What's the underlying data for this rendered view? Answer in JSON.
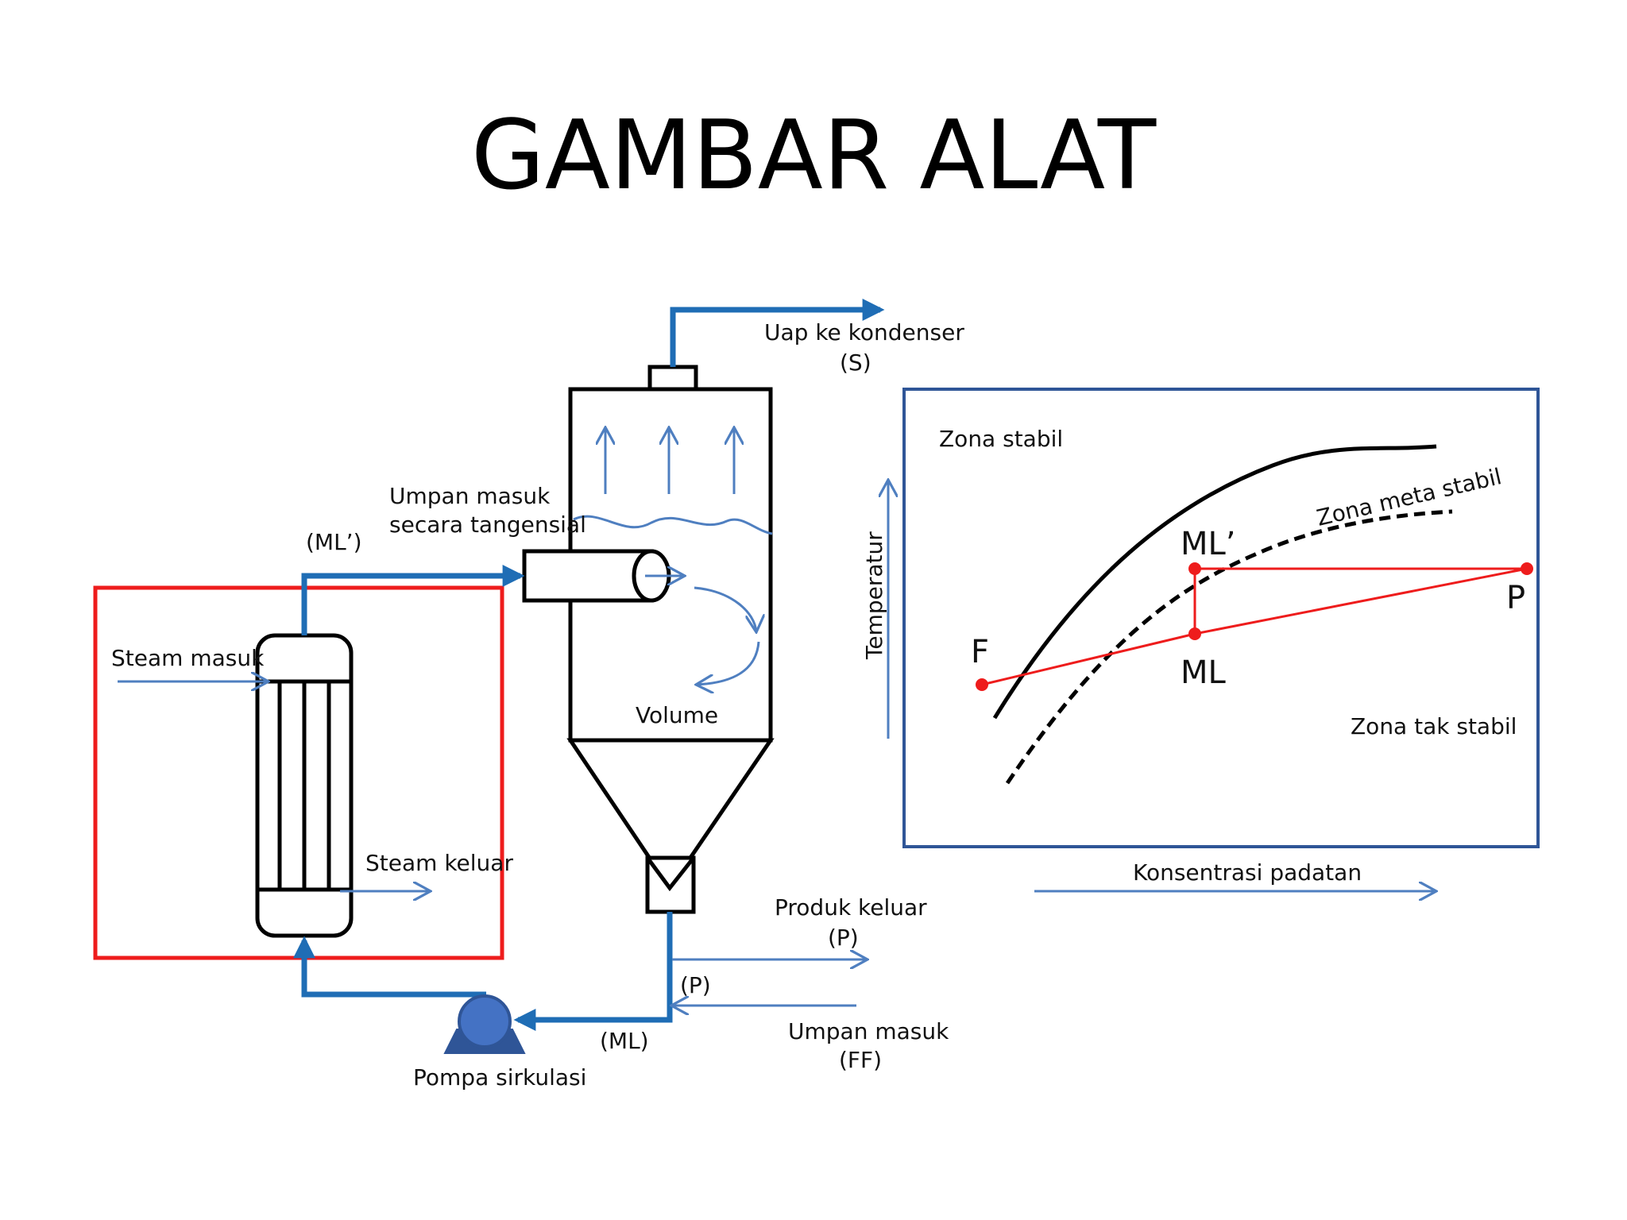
{
  "title": "GAMBAR ALAT",
  "labels": {
    "uap_ke_kondenser": "Uap ke kondenser",
    "s_stream": "(S)",
    "umpan_masuk_tangensial_1": "Umpan masuk",
    "umpan_masuk_tangensial_2": "secara tangensial",
    "ml_prime_stream": "(ML’)",
    "steam_masuk": "Steam masuk",
    "steam_keluar": "Steam keluar",
    "volume": "Volume",
    "produk_keluar": "Produk keluar",
    "p_stream_1": "(P)",
    "p_stream_2": "(P)",
    "ml_stream": "(ML)",
    "umpan_masuk": "Umpan masuk",
    "ff_stream": "(FF)",
    "pompa_sirkulasi": "Pompa sirkulasi"
  },
  "phase_diagram": {
    "zona_stabil": "Zona stabil",
    "zona_meta_stabil": "Zona meta stabil",
    "zona_tak_stabil": "Zona tak stabil",
    "y_axis": "Temperatur",
    "x_axis": "Konsentrasi padatan",
    "point_f": "F",
    "point_ml_prime": "ML’",
    "point_ml": "ML",
    "point_p": "P"
  },
  "colors": {
    "pipe": "#1f6db5",
    "thin_arrow": "#4f7fc0",
    "highlight": "#ee1c1c",
    "chart_frame": "#2f5597"
  }
}
